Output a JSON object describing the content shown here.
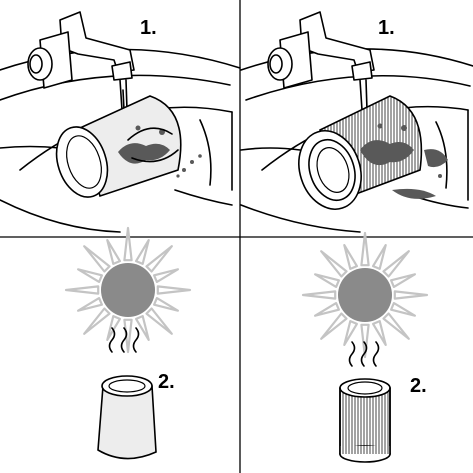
{
  "panels": [
    {
      "id": "wash-foam-sleeve",
      "step_label": "1."
    },
    {
      "id": "wash-pleated-cartridge",
      "step_label": "1."
    },
    {
      "id": "dry-foam-sleeve",
      "step_label": "2."
    },
    {
      "id": "dry-pleated-cartridge",
      "step_label": "2."
    }
  ],
  "colors": {
    "sun": "#8a8a8a",
    "rays": "#c4c4c4",
    "stains": "#595959",
    "foam_fill": "#ededed",
    "outline": "#000000"
  }
}
